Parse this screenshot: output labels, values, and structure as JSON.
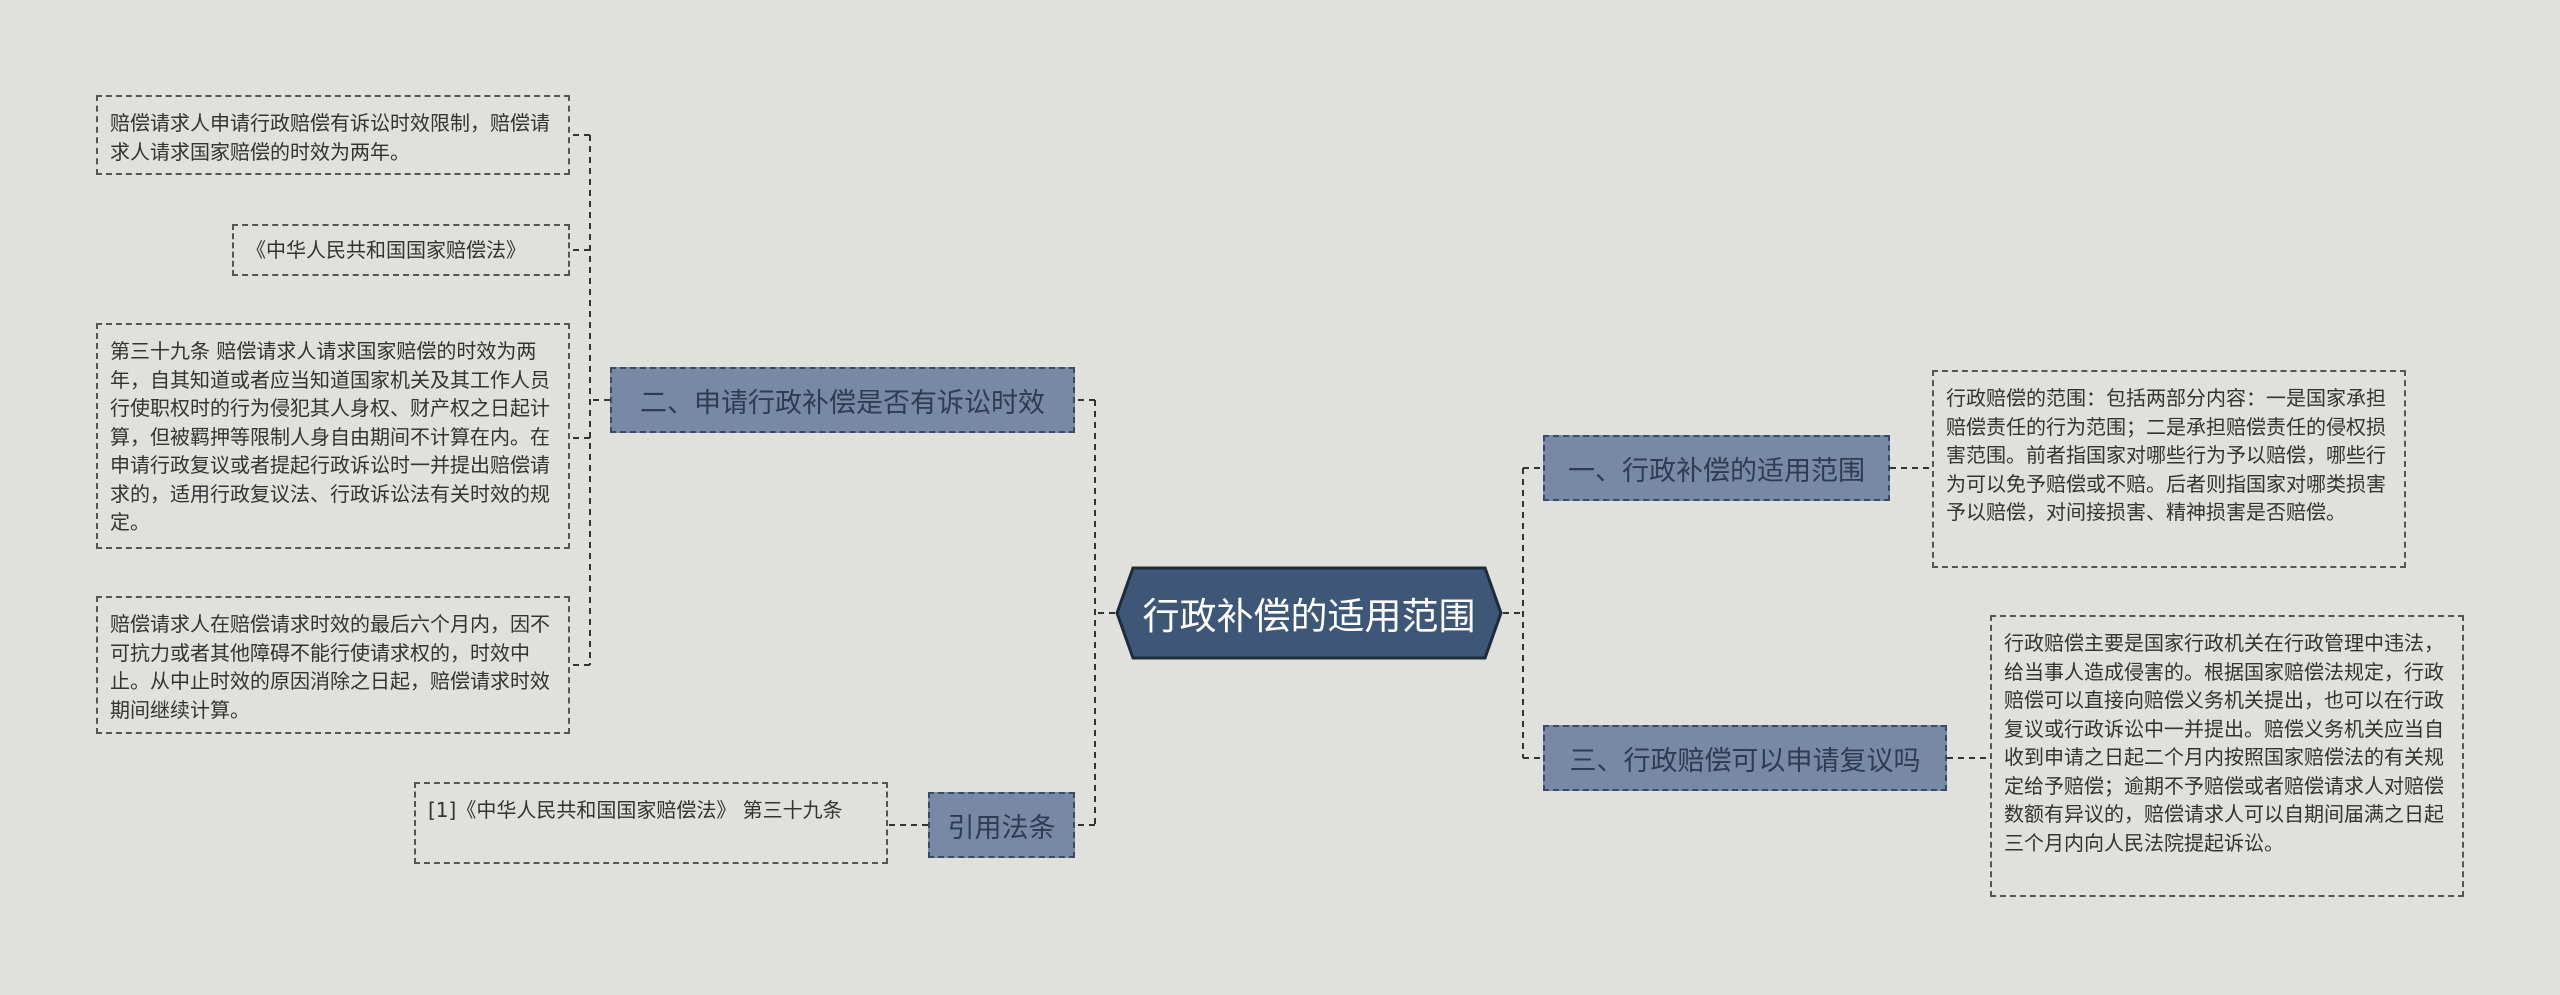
{
  "root": {
    "label": "行政补偿的适用范围"
  },
  "left": {
    "b1": {
      "label": "二、申请行政补偿是否有诉讼时效",
      "leaves": [
        "赔偿请求人申请行政赔偿有诉讼时效限制，赔偿请求人请求国家赔偿的时效为两年。",
        "《中华人民共和国国家赔偿法》",
        "第三十九条 赔偿请求人请求国家赔偿的时效为两年，自其知道或者应当知道国家机关及其工作人员行使职权时的行为侵犯其人身权、财产权之日起计算，但被羁押等限制人身自由期间不计算在内。在申请行政复议或者提起行政诉讼时一并提出赔偿请求的，适用行政复议法、行政诉讼法有关时效的规定。",
        "赔偿请求人在赔偿请求时效的最后六个月内，因不可抗力或者其他障碍不能行使请求权的，时效中止。从中止时效的原因消除之日起，赔偿请求时效期间继续计算。"
      ]
    },
    "b2": {
      "label": "引用法条",
      "leaves": [
        "[1]《中华人民共和国国家赔偿法》 第三十九条"
      ]
    }
  },
  "right": {
    "b1": {
      "label": "一、行政补偿的适用范围",
      "leaves": [
        "行政赔偿的范围：包括两部分内容：一是国家承担赔偿责任的行为范围；二是承担赔偿责任的侵权损害范围。前者指国家对哪些行为予以赔偿，哪些行为可以免予赔偿或不赔。后者则指国家对哪类损害予以赔偿，对间接损害、精神损害是否赔偿。"
      ]
    },
    "b2": {
      "label": "三、行政赔偿可以申请复议吗",
      "leaves": [
        "行政赔偿主要是国家行政机关在行政管理中违法，给当事人造成侵害的。根据国家赔偿法规定，行政赔偿可以直接向赔偿义务机关提出，也可以在行政复议或行政诉讼中一并提出。赔偿义务机关应当自收到申请之日起二个月内按照国家赔偿法的有关规定给予赔偿；逾期不予赔偿或者赔偿请求人对赔偿数额有异议的，赔偿请求人可以自期间届满之日起三个月内向人民法院提起诉讼。"
      ]
    }
  },
  "colors": {
    "root_fill": "#3f5777",
    "root_border": "#1f2a3b",
    "branch_fill": "#7889a6",
    "branch_border": "#384a66",
    "connector": "#333333",
    "background": "#e0e1dd"
  }
}
